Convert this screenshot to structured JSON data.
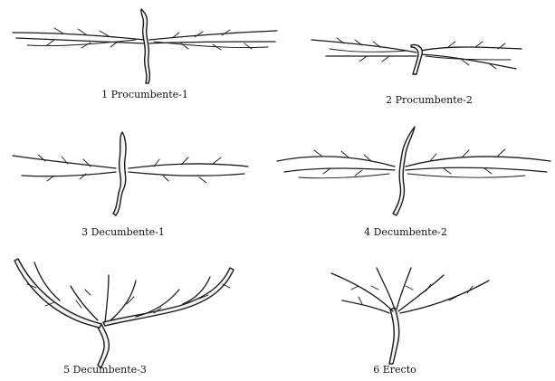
{
  "figure": {
    "panels": [
      {
        "number": "1",
        "label": "Procumbente-1"
      },
      {
        "number": "2",
        "label": "Procumbente-2"
      },
      {
        "number": "3",
        "label": "Decumbente-1"
      },
      {
        "number": "4",
        "label": "Decumbente-2"
      },
      {
        "number": "5",
        "label": "Decumbente-3"
      },
      {
        "number": "6",
        "label": "Erecto"
      }
    ]
  }
}
